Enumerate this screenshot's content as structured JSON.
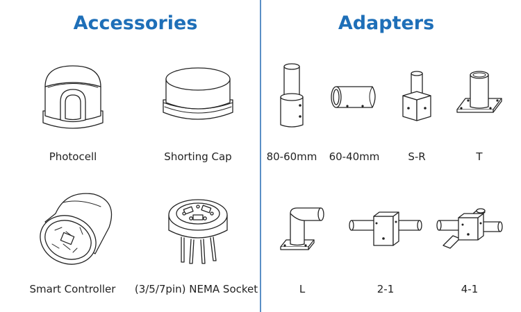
{
  "sections": {
    "accessories": {
      "title": "Accessories",
      "items": [
        {
          "label": "Photocell",
          "icon": "photocell-icon"
        },
        {
          "label": "Shorting Cap",
          "icon": "shorting-cap-icon"
        },
        {
          "label": "Smart Controller",
          "icon": "smart-controller-icon"
        },
        {
          "label": "(3/5/7pin) NEMA Socket",
          "icon": "nema-socket-icon"
        }
      ]
    },
    "adapters": {
      "title": "Adapters",
      "items": [
        {
          "label": "80-60mm",
          "icon": "adapter-80-60mm-icon"
        },
        {
          "label": "60-40mm",
          "icon": "adapter-60-40mm-icon"
        },
        {
          "label": "S-R",
          "icon": "adapter-s-r-icon"
        },
        {
          "label": "T",
          "icon": "adapter-t-icon"
        },
        {
          "label": "L",
          "icon": "adapter-l-icon"
        },
        {
          "label": "2-1",
          "icon": "adapter-2-1-icon"
        },
        {
          "label": "4-1",
          "icon": "adapter-4-1-icon"
        }
      ]
    }
  },
  "colors": {
    "heading": "#1e6fb8",
    "divider": "#5a8fc6",
    "line_art": "#222222",
    "text": "#222222"
  }
}
